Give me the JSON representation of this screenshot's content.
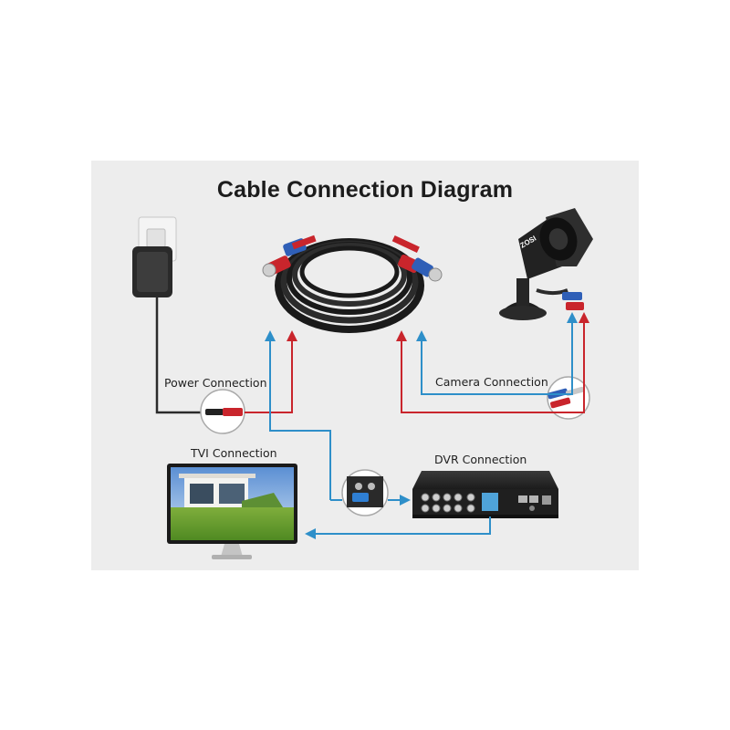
{
  "diagram": {
    "title": "Cable Connection Diagram",
    "labels": {
      "power": "Power Connection",
      "camera": "Camera Connection",
      "tvi": "TVI Connection",
      "dvr": "DVR Connection"
    },
    "camera_brand": "ZOSI",
    "colors": {
      "video_line": "#2e8fc9",
      "power_line": "#c9252c",
      "background_panel": "#ededed"
    }
  }
}
